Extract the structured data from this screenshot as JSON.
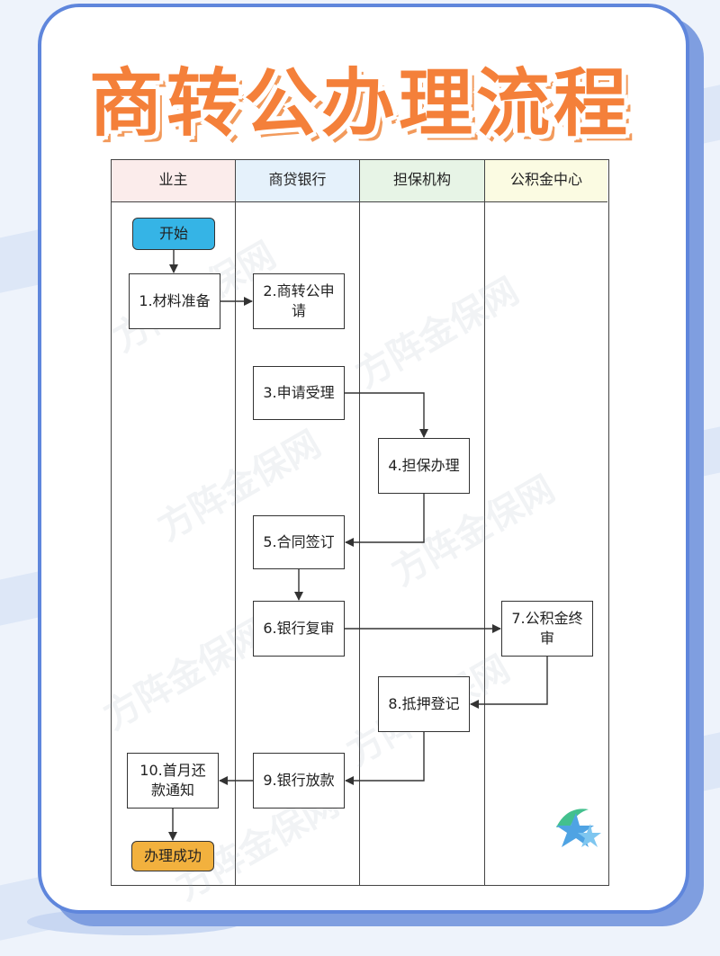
{
  "page": {
    "title": "商转公办理流程"
  },
  "watermark": "方阵金保网",
  "colors": {
    "title": "#f4803a",
    "card_border": "#5f86dc",
    "start_node": "#35b4e6",
    "end_node": "#f2b13e",
    "lane_1": "#fbeceb",
    "lane_2": "#e5f1fb",
    "lane_3": "#e7f4e6",
    "lane_4": "#fbfbe2"
  },
  "diagram": {
    "lanes": [
      {
        "label": "业主"
      },
      {
        "label": "商贷银行"
      },
      {
        "label": "担保机构"
      },
      {
        "label": "公积金中心"
      }
    ],
    "nodes": {
      "start": "开始",
      "n1": "1.材料准备",
      "n2": "2.商转公申请",
      "n3": "3.申请受理",
      "n4": "4.担保办理",
      "n5": "5.合同签订",
      "n6": "6.银行复审",
      "n7": "7.公积金终审",
      "n8": "8.抵押登记",
      "n9": "9.银行放款",
      "n10": "10.首月还款通知",
      "end": "办理成功"
    }
  }
}
